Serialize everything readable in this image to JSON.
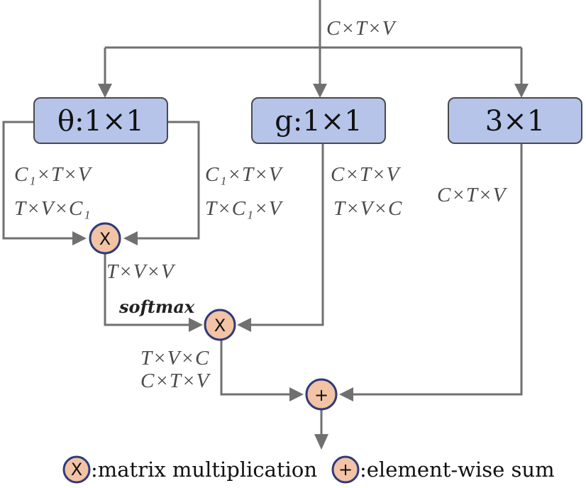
{
  "input": {
    "dim_label": "C×T×V"
  },
  "blocks": {
    "theta": {
      "label": "θ:1×1"
    },
    "g": {
      "label": "g:1×1"
    },
    "conv": {
      "label": "3×1"
    }
  },
  "branches": {
    "theta_left": {
      "dim_label_1": "C₁×T×V",
      "dim_label_2": "T×V×C₁"
    },
    "theta_right": {
      "dim_label_1": "C₁×T×V",
      "dim_label_2": "T×C₁×V"
    },
    "g": {
      "dim_label_1": "C×T×V",
      "dim_label_2": "T×V×C"
    },
    "conv": {
      "dim_label": "C×T×V"
    }
  },
  "operations": {
    "matmul_1": {
      "symbol": "X",
      "output_label": "T×V×V"
    },
    "softmax_label": "softmax",
    "matmul_2": {
      "symbol": "X",
      "output_label_1": "T×V×C",
      "output_label_2": "C×T×V"
    },
    "sum": {
      "symbol": "+"
    }
  },
  "legend": {
    "matmul": {
      "symbol": "X",
      "text": ":matrix multiplication"
    },
    "sum": {
      "symbol": "+",
      "text": ":element-wise sum"
    }
  },
  "colors": {
    "block_fill": "#b6c4ea",
    "operator_fill": "#f2c3a4",
    "operator_stroke": "#2e3b7a",
    "line": "#707070"
  }
}
